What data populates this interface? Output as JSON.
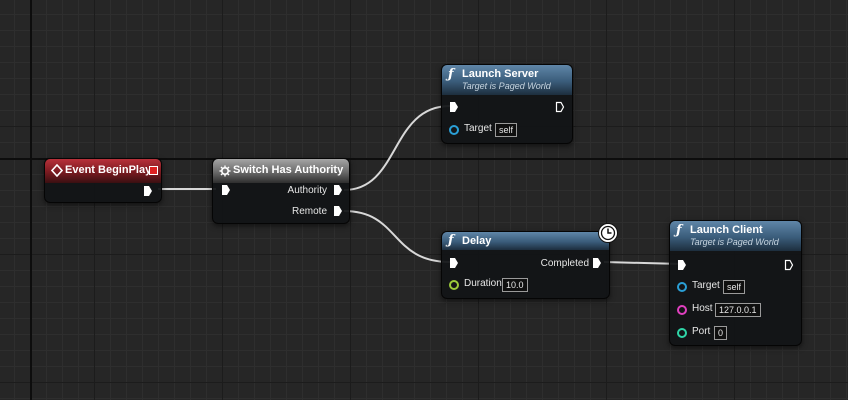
{
  "nodes": {
    "event_begin_play": {
      "title": "Event BeginPlay"
    },
    "switch_has_authority": {
      "title": "Switch Has Authority",
      "pin_authority": "Authority",
      "pin_remote": "Remote"
    },
    "launch_server": {
      "title": "Launch Server",
      "subtitle": "Target is Paged World",
      "pin_target": "Target",
      "target_value": "self"
    },
    "delay": {
      "title": "Delay",
      "pin_completed": "Completed",
      "pin_duration": "Duration",
      "duration_value": "10.0"
    },
    "launch_client": {
      "title": "Launch Client",
      "subtitle": "Target is Paged World",
      "pin_target": "Target",
      "target_value": "self",
      "pin_host": "Host",
      "host_value": "127.0.0.1",
      "pin_port": "Port",
      "port_value": "0"
    }
  },
  "colors": {
    "event_header": "#8c1f25",
    "macro_header": "#8a8a8a",
    "function_header": "#46698a",
    "object_pin": "#2a9fd6",
    "float_pin": "#9ccb3a",
    "string_pin": "#e040c0",
    "int_pin": "#2fd6a8",
    "wire": "#d8d8d8"
  },
  "icons": {
    "event": "diamond-icon",
    "macro": "gear-icon",
    "function": "function-icon",
    "latent": "clock-icon"
  }
}
